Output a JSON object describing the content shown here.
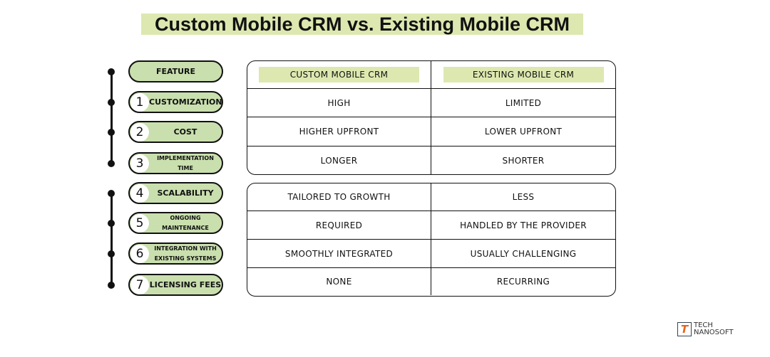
{
  "title": "Custom Mobile CRM vs. Existing Mobile CRM",
  "features": [
    {
      "num": "",
      "label": "FEATURE"
    },
    {
      "num": "1",
      "label": "CUSTOMIZATION"
    },
    {
      "num": "2",
      "label": "COST"
    },
    {
      "num": "3",
      "label": "IMPLEMENTATION TIME"
    },
    {
      "num": "4",
      "label": "SCALABILITY"
    },
    {
      "num": "5",
      "label": "ONGOING MAINTENANCE"
    },
    {
      "num": "6",
      "label": "INTEGRATION WITH EXISTING SYSTEMS"
    },
    {
      "num": "7",
      "label": "LICENSING FEES"
    }
  ],
  "table": {
    "headers": [
      "CUSTOM MOBILE CRM",
      "EXISTING MOBILE CRM"
    ],
    "rows": [
      [
        "HIGH",
        "LIMITED"
      ],
      [
        "HIGHER UPFRONT",
        "LOWER UPFRONT"
      ],
      [
        "LONGER",
        "SHORTER"
      ],
      [
        "TAILORED TO GROWTH",
        "LESS"
      ],
      [
        "REQUIRED",
        "HANDLED BY THE PROVIDER"
      ],
      [
        "SMOOTHLY INTEGRATED",
        "USUALLY CHALLENGING"
      ],
      [
        "NONE",
        "RECURRING"
      ]
    ]
  },
  "logo": {
    "line1": "TECH",
    "line2": "NANOSOFT",
    "mark": "T"
  }
}
